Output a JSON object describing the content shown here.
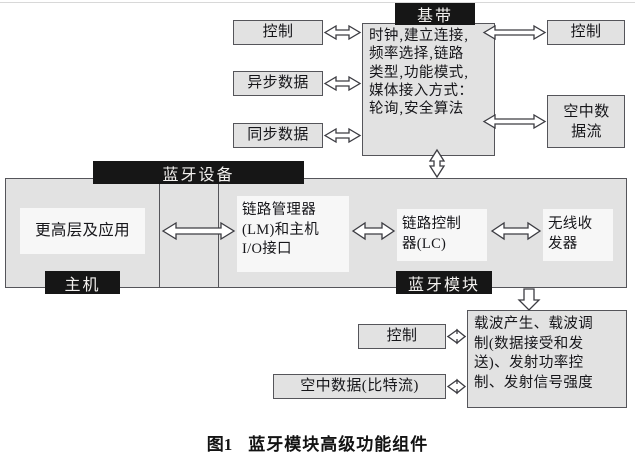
{
  "figure": {
    "caption_number": "图1",
    "caption_title": "蓝牙模块高级功能组件"
  },
  "baseband_section": {
    "title_banner": "基带",
    "body_text": "时钟‚建立连接‚频率选择‚链路类型‚功能模式‚媒体接入方式：轮询‚安全算法",
    "body_lines": [
      "时钟‚建立连接‚",
      "频率选择‚链路",
      "类型‚功能模式‚",
      "媒体接入方式：",
      "轮询‚安全算法"
    ],
    "left_ports": [
      {
        "label": "控制"
      },
      {
        "label": "异步数据"
      },
      {
        "label": "同步数据"
      }
    ],
    "right_ports": [
      {
        "label": "控制"
      },
      {
        "label": "空中数\n据流",
        "line1": "空中数",
        "line2": "据流"
      }
    ]
  },
  "device_section": {
    "outer_banner": "蓝牙设备",
    "host_banner": "主机",
    "module_banner": "蓝牙模块",
    "host_block": {
      "label": "更高层及应用"
    },
    "module_blocks": [
      {
        "name": "link-manager",
        "lines": [
          "链路管理器",
          "(LM)和主机",
          "I/O接口"
        ]
      },
      {
        "name": "link-controller",
        "lines": [
          "链路控制",
          "器(LC)"
        ]
      },
      {
        "name": "radio-transceiver",
        "lines": [
          "无线收",
          "发器"
        ]
      }
    ]
  },
  "radio_section": {
    "body_lines": [
      "载波产生、载波调",
      "制(数据接受和发",
      "送)、发射功率控",
      "制、发射信号强度"
    ],
    "left_ports": [
      {
        "label": "控制"
      },
      {
        "label": "空中数据(比特流)"
      }
    ]
  },
  "colors": {
    "box_fill": "#e2e2e2",
    "plate_fill": "#f7f7f7",
    "border": "#55555a",
    "banner_bg": "#161616",
    "banner_fg": "#f2f0ee",
    "arrow_fill": "#ffffff",
    "arrow_stroke": "#3c3c42",
    "text": "#16161a"
  }
}
